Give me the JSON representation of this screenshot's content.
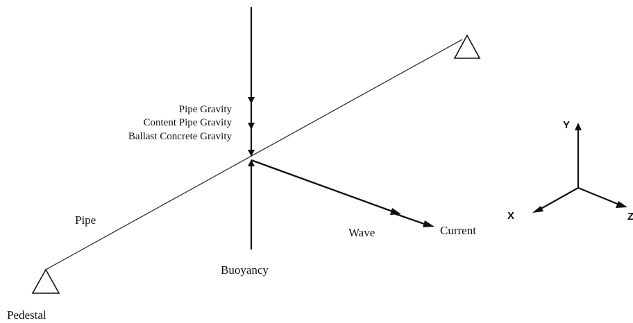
{
  "labels": {
    "pipe_gravity": "Pipe Gravity",
    "content_pipe_gravity": "Content Pipe Gravity",
    "ballast_concrete_gravity": "Ballast Concrete Gravity",
    "pipe": "Pipe",
    "wave": "Wave",
    "current": "Current",
    "buoyancy": "Buoyancy",
    "pedestal": "Pedestal"
  },
  "axes": {
    "y": "Y",
    "x": "X",
    "z": "Z"
  }
}
